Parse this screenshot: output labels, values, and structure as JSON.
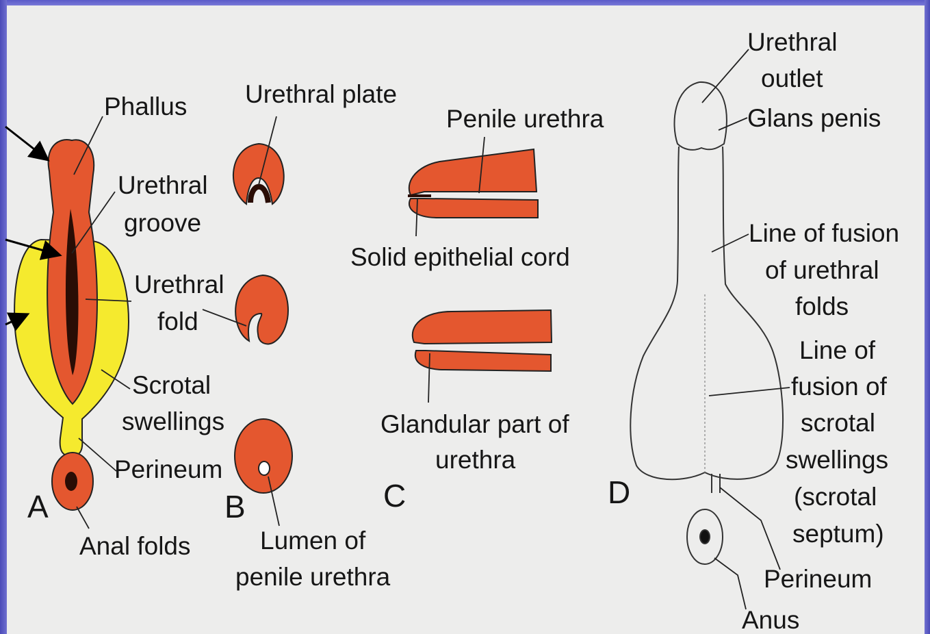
{
  "panel_letters": {
    "a": "A",
    "b": "B",
    "c": "C",
    "d": "D"
  },
  "labels_a": {
    "phallus": "Phallus",
    "urethral_groove_1": "Urethral",
    "urethral_groove_2": "groove",
    "urethral_fold_1": "Urethral",
    "urethral_fold_2": "fold",
    "scrotal_1": "Scrotal",
    "scrotal_2": "swellings",
    "perineum": "Perineum",
    "anal_folds": "Anal folds"
  },
  "labels_b": {
    "urethral_plate": "Urethral plate",
    "lumen_1": "Lumen of",
    "lumen_2": "penile urethra"
  },
  "labels_c": {
    "penile_urethra": "Penile urethra",
    "solid_cord": "Solid epithelial cord",
    "glandular_1": "Glandular part of",
    "glandular_2": "urethra"
  },
  "labels_d": {
    "outlet_1": "Urethral",
    "outlet_2": "outlet",
    "glans": "Glans penis",
    "fusion_u_1": "Line of fusion",
    "fusion_u_2": "of urethral",
    "fusion_u_3": "folds",
    "fusion_s_1": "Line of",
    "fusion_s_2": "fusion of",
    "fusion_s_3": "scrotal",
    "fusion_s_4": "swellings",
    "fusion_s_5": "(scrotal",
    "fusion_s_6": "septum)",
    "perineum": "Perineum",
    "anus": "Anus"
  },
  "colors": {
    "tissue_red": "#e4572f",
    "swelling_yellow": "#f5ea2e",
    "ink": "#161616",
    "background": "#ededec",
    "frame_blue": "#6a6ad0"
  }
}
